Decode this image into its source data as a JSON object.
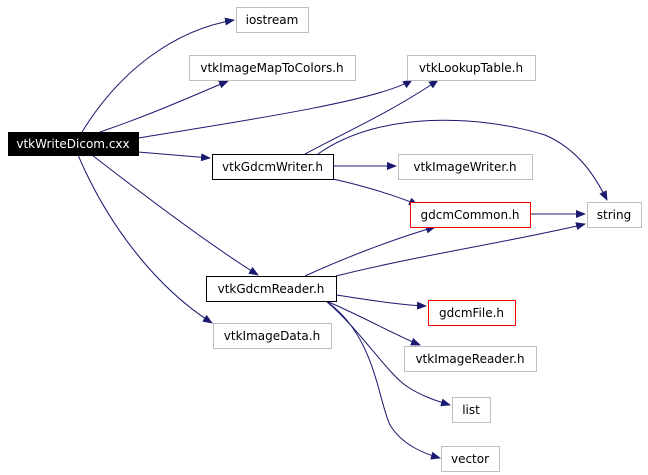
{
  "graph": {
    "colors": {
      "edge": "#191970",
      "root_fill": "#000000",
      "root_text": "#ffffff",
      "normal_border": "#000000",
      "missing_border": "#bfbfbf",
      "error_border": "#ff0000",
      "text": "#000000"
    },
    "nodes": [
      {
        "id": "vtkWriteDicom",
        "label": "vtkWriteDicom.cxx",
        "kind": "root"
      },
      {
        "id": "iostream",
        "label": "iostream",
        "kind": "missing"
      },
      {
        "id": "vtkImageMapToColors",
        "label": "vtkImageMapToColors.h",
        "kind": "missing"
      },
      {
        "id": "vtkLookupTable",
        "label": "vtkLookupTable.h",
        "kind": "missing"
      },
      {
        "id": "vtkGdcmWriter",
        "label": "vtkGdcmWriter.h",
        "kind": "normal"
      },
      {
        "id": "vtkImageWriter",
        "label": "vtkImageWriter.h",
        "kind": "missing"
      },
      {
        "id": "gdcmCommon",
        "label": "gdcmCommon.h",
        "kind": "error"
      },
      {
        "id": "string",
        "label": "string",
        "kind": "missing"
      },
      {
        "id": "vtkGdcmReader",
        "label": "vtkGdcmReader.h",
        "kind": "normal"
      },
      {
        "id": "gdcmFile",
        "label": "gdcmFile.h",
        "kind": "error"
      },
      {
        "id": "vtkImageData",
        "label": "vtkImageData.h",
        "kind": "missing"
      },
      {
        "id": "vtkImageReader",
        "label": "vtkImageReader.h",
        "kind": "missing"
      },
      {
        "id": "list",
        "label": "list",
        "kind": "missing"
      },
      {
        "id": "vector",
        "label": "vector",
        "kind": "missing"
      }
    ],
    "edges": [
      {
        "from": "vtkWriteDicom",
        "to": "iostream"
      },
      {
        "from": "vtkWriteDicom",
        "to": "vtkImageMapToColors"
      },
      {
        "from": "vtkWriteDicom",
        "to": "vtkLookupTable"
      },
      {
        "from": "vtkWriteDicom",
        "to": "vtkGdcmWriter"
      },
      {
        "from": "vtkWriteDicom",
        "to": "vtkGdcmReader"
      },
      {
        "from": "vtkWriteDicom",
        "to": "vtkImageData"
      },
      {
        "from": "vtkGdcmWriter",
        "to": "vtkLookupTable"
      },
      {
        "from": "vtkGdcmWriter",
        "to": "vtkImageWriter"
      },
      {
        "from": "vtkGdcmWriter",
        "to": "gdcmCommon"
      },
      {
        "from": "vtkGdcmWriter",
        "to": "string"
      },
      {
        "from": "gdcmCommon",
        "to": "string"
      },
      {
        "from": "vtkGdcmReader",
        "to": "gdcmCommon"
      },
      {
        "from": "vtkGdcmReader",
        "to": "string"
      },
      {
        "from": "vtkGdcmReader",
        "to": "gdcmFile"
      },
      {
        "from": "vtkGdcmReader",
        "to": "vtkImageReader"
      },
      {
        "from": "vtkGdcmReader",
        "to": "list"
      },
      {
        "from": "vtkGdcmReader",
        "to": "vector"
      }
    ]
  }
}
